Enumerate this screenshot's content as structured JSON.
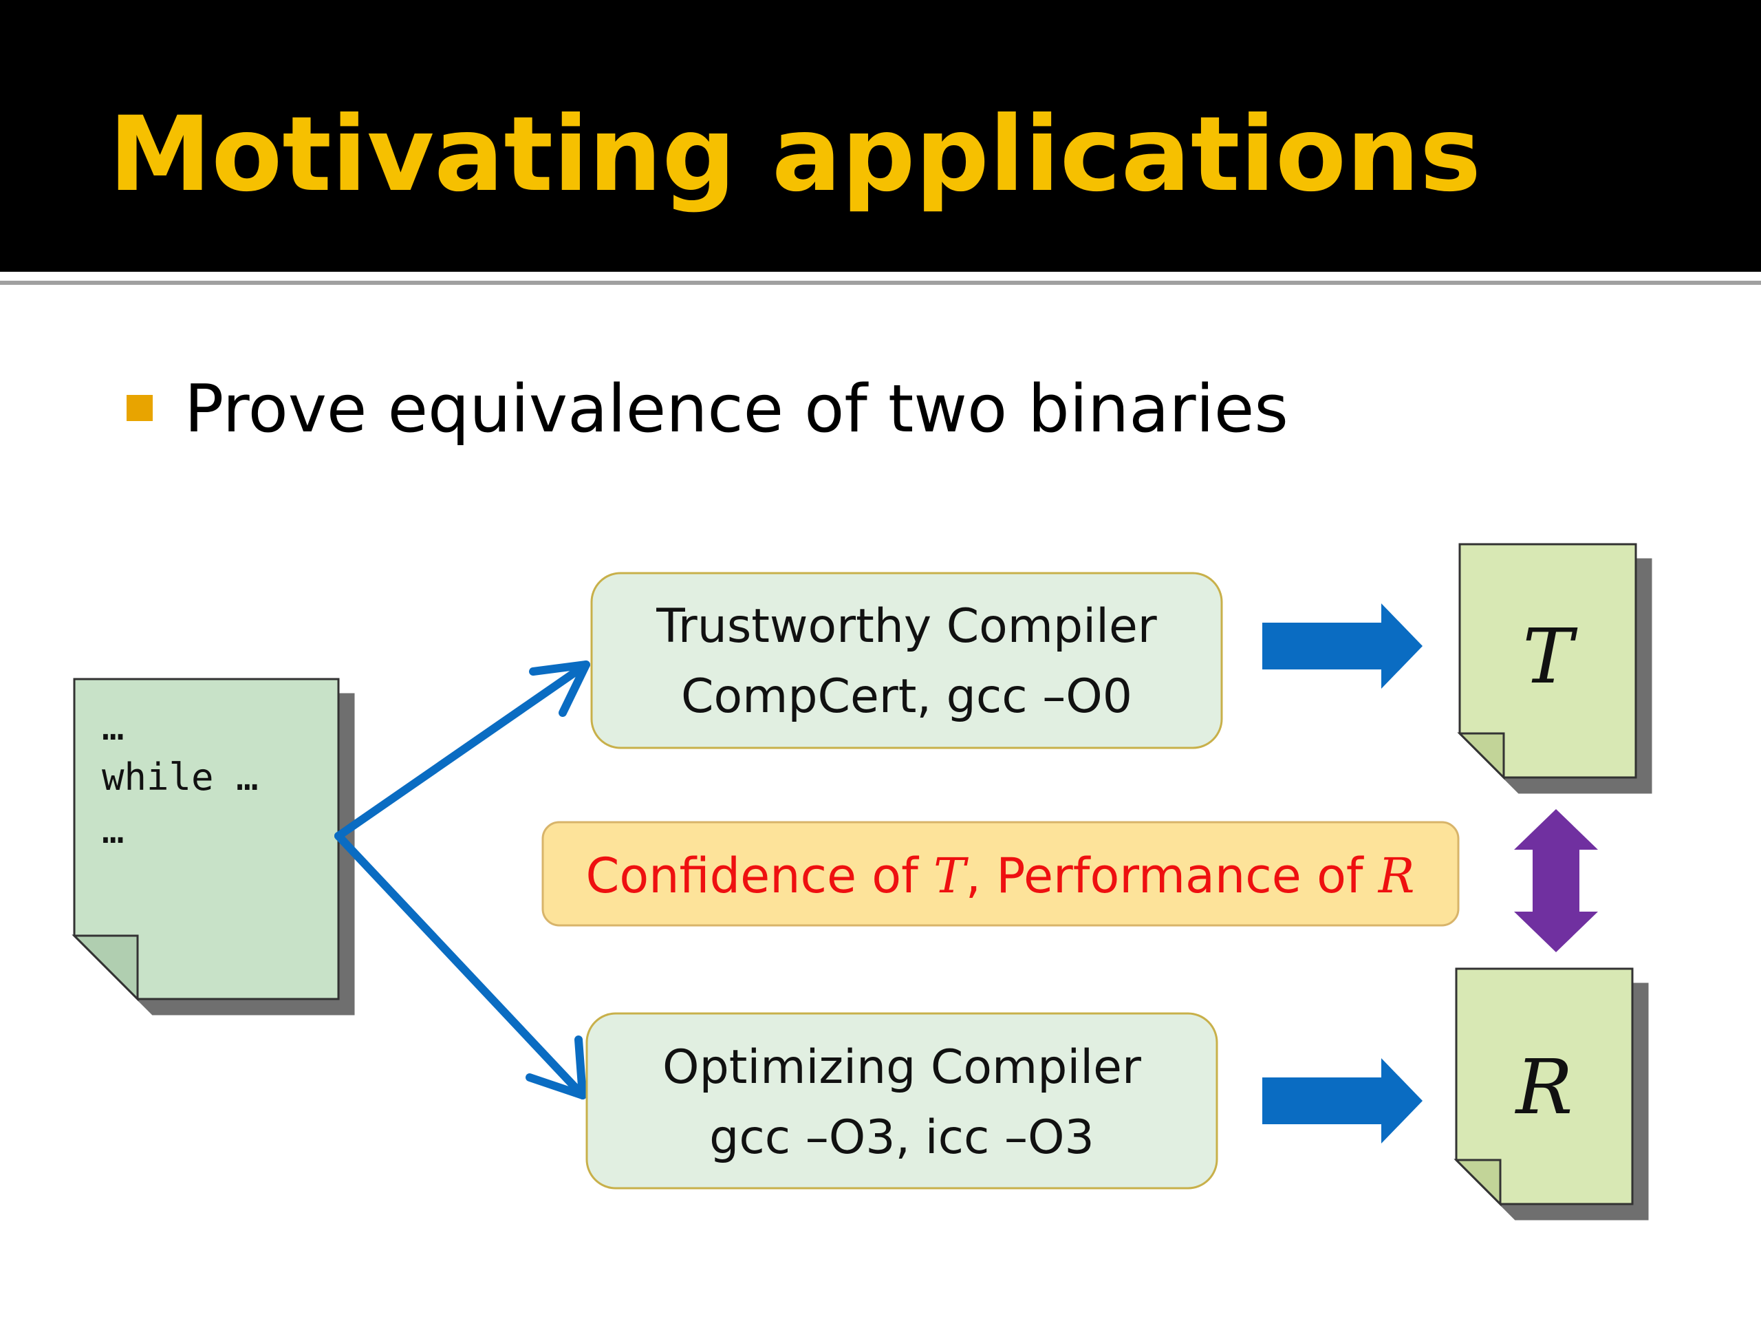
{
  "slide": {
    "title": "Motivating applications",
    "bullets": [
      "Prove equivalence of two binaries"
    ]
  },
  "diagram": {
    "source_file": {
      "lines": [
        "…",
        "while …",
        "…"
      ],
      "color": "#c8e2c8"
    },
    "trusted_compiler": {
      "line1": "Trustworthy Compiler",
      "line2": "CompCert, gcc –O0"
    },
    "optimizing_compiler": {
      "line1": "Optimizing Compiler",
      "line2": "gcc –O3, icc –O3"
    },
    "tradeoff": {
      "part1": "Confidence of ",
      "var1": "T",
      "part2": ", Performance of ",
      "var2": "R"
    },
    "binary_t": {
      "label": "T"
    },
    "binary_r": {
      "label": "R"
    },
    "colors": {
      "title": "#f6c000",
      "bullet": "#e8a400",
      "arrow_blue": "#0a6cc2",
      "arrow_purple": "#7030a0",
      "tradeoff_text": "#ee1010",
      "compiler_box": "#e1efe1",
      "tradeoff_box": "#fde39a",
      "binary_doc": "#d8e8b4"
    }
  }
}
